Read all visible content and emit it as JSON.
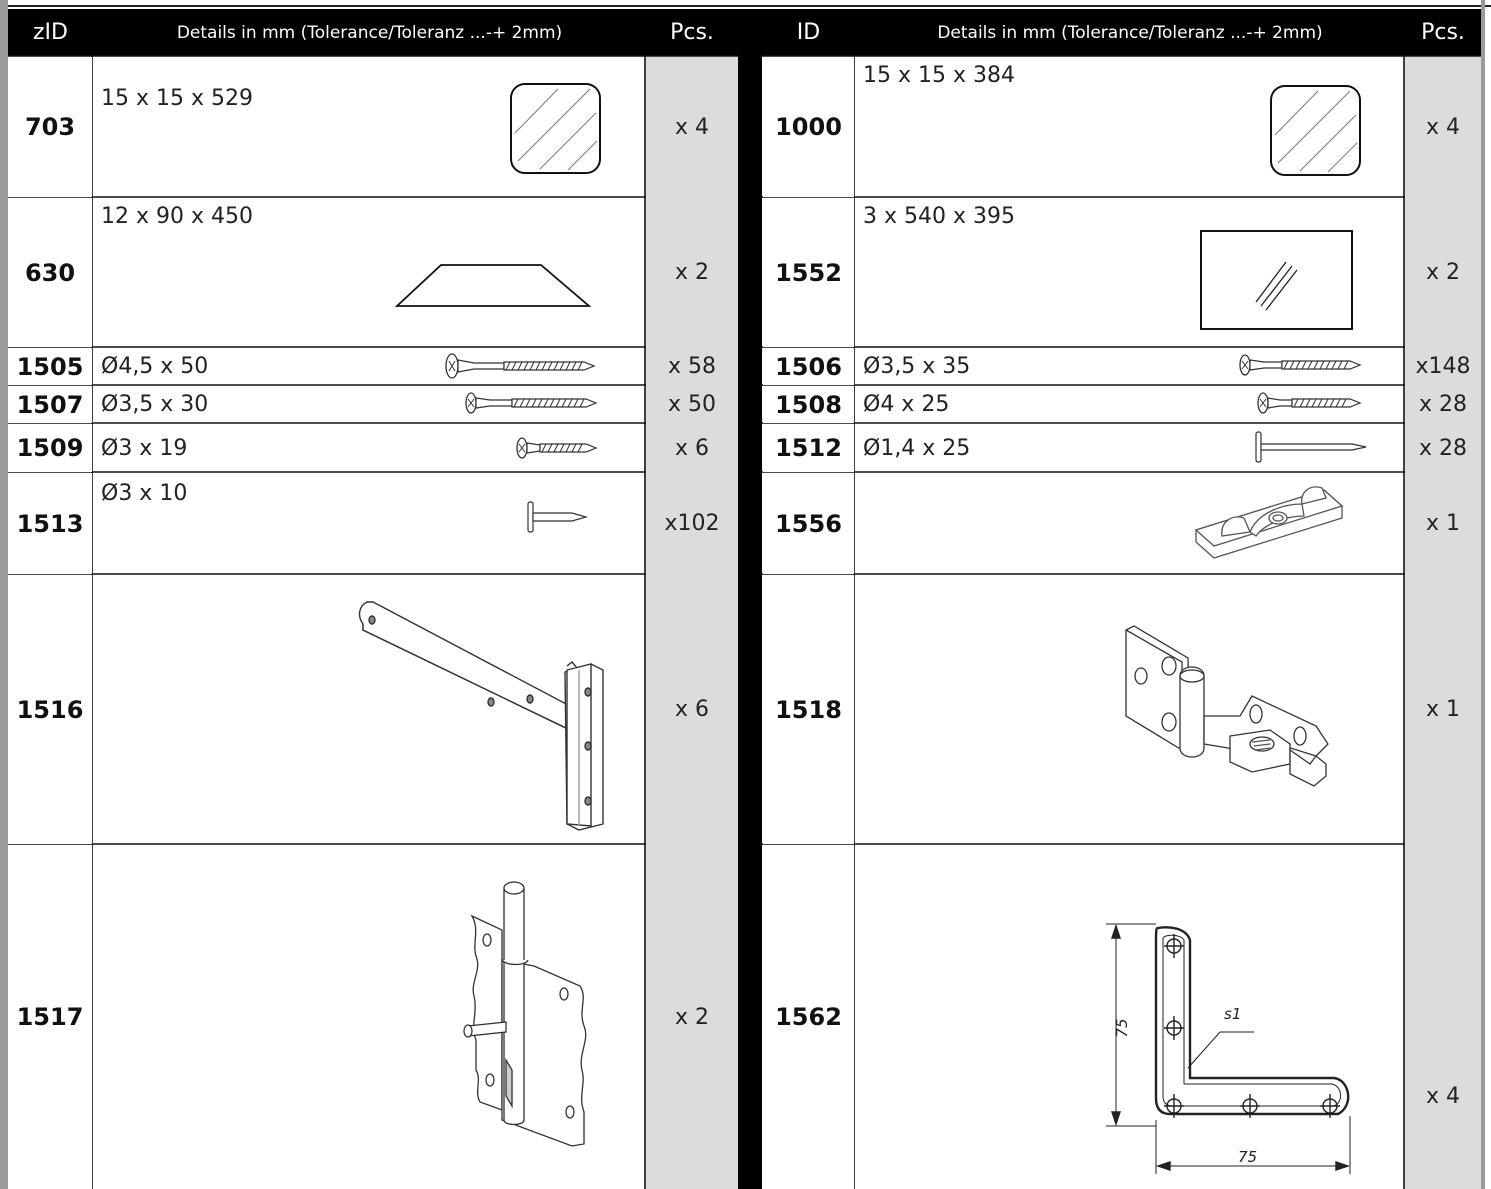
{
  "header": {
    "left_id": "zID",
    "left_details": "Details in mm (Tolerance/Toleranz ...-+ 2mm)",
    "left_pcs": "Pcs.",
    "right_id": "ID",
    "right_details": "Details in mm (Tolerance/Toleranz ...-+ 2mm)",
    "right_pcs": "Pcs."
  },
  "left": [
    {
      "id": "703",
      "details": "15 x 15 x 529",
      "pcs": "x 4",
      "icon": "square-profile-icon"
    },
    {
      "id": "630",
      "details": "12 x 90 x 450",
      "pcs": "x 2",
      "icon": "trapezoid-board-icon"
    },
    {
      "id": "1505",
      "details": "Ø4,5 x 50",
      "pcs": "x 58",
      "icon": "screw-icon"
    },
    {
      "id": "1507",
      "details": "Ø3,5 x 30",
      "pcs": "x 50",
      "icon": "screw-icon"
    },
    {
      "id": "1509",
      "details": "Ø3 x 19",
      "pcs": "x 6",
      "icon": "screw-icon"
    },
    {
      "id": "1513",
      "details": "Ø3 x 10",
      "pcs": "x102",
      "icon": "nail-icon"
    },
    {
      "id": "1516",
      "details": "",
      "pcs": "x 6",
      "icon": "t-hinge-icon"
    },
    {
      "id": "1517",
      "details": "",
      "pcs": "x 2",
      "icon": "barrel-bolt-icon"
    }
  ],
  "right": [
    {
      "id": "1000",
      "details": "15 x 15 x 384",
      "pcs": "x 4",
      "icon": "square-profile-icon"
    },
    {
      "id": "1552",
      "details": "3 x 540 x 395",
      "pcs": "x 2",
      "icon": "glass-pane-icon"
    },
    {
      "id": "1506",
      "details": "Ø3,5 x 35",
      "pcs": "x148",
      "icon": "screw-icon"
    },
    {
      "id": "1508",
      "details": "Ø4 x 25",
      "pcs": "x 28",
      "icon": "screw-icon"
    },
    {
      "id": "1512",
      "details": "Ø1,4 x 25",
      "pcs": "x 28",
      "icon": "nail-icon"
    },
    {
      "id": "1556",
      "details": "",
      "pcs": "x 1",
      "icon": "pipe-clip-icon"
    },
    {
      "id": "1518",
      "details": "",
      "pcs": "x 1",
      "icon": "gate-hinge-icon"
    },
    {
      "id": "1562",
      "details": "",
      "pcs": "x 4",
      "icon": "corner-bracket-icon"
    }
  ],
  "drawing_labels": {
    "bracket_height": "75",
    "bracket_width": "75",
    "bracket_thickness": "s1"
  }
}
